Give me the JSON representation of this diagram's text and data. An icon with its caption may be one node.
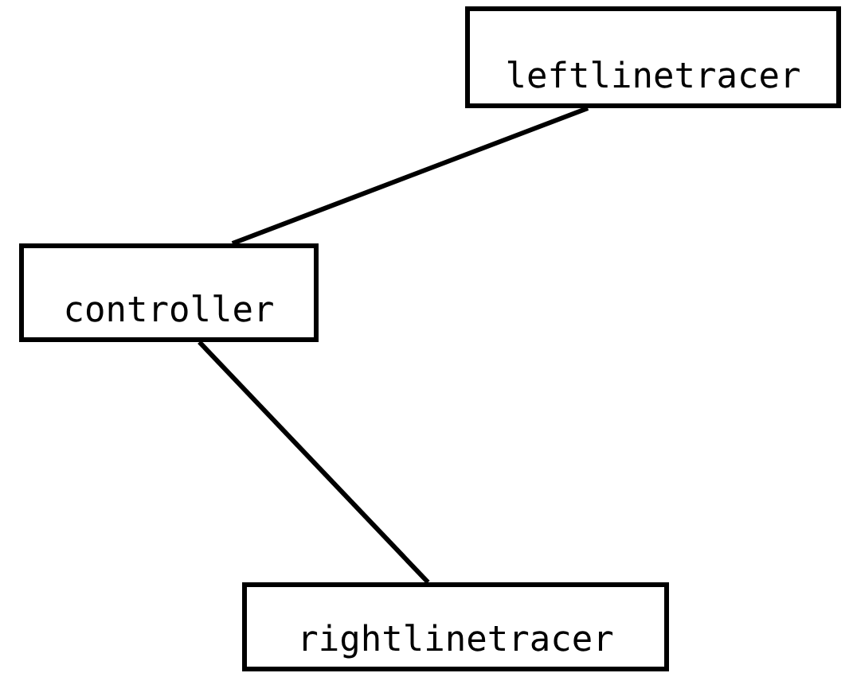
{
  "diagram": {
    "nodes": [
      {
        "text": [
          "leftlinetracer"
        ]
      },
      {
        "text": [
          "controller"
        ]
      },
      {
        "text": [
          "rightlinetracer"
        ]
      }
    ],
    "edges": [
      {
        "from": 1,
        "to": 0,
        "arrow": "none"
      },
      {
        "from": 1,
        "to": 2,
        "arrow": "none"
      }
    ]
  }
}
